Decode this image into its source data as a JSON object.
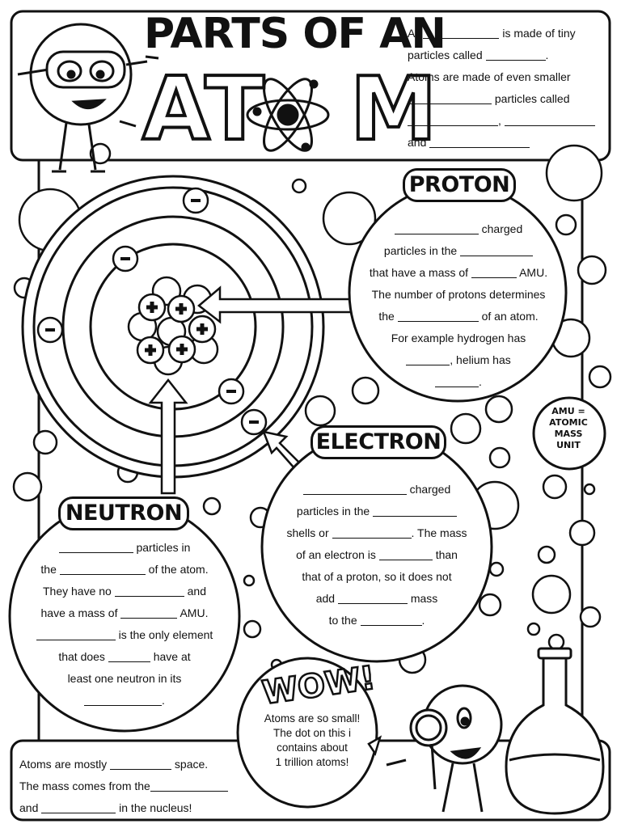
{
  "header": {
    "title_line1": "PARTS OF AN",
    "title_line2_left": "AT",
    "title_line2_right": "M",
    "intro_lines": [
      {
        "pre": "All",
        "post": "is made of tiny"
      },
      {
        "pre": "particles called",
        "post": "."
      },
      {
        "pre": "Atoms are made of even smaller",
        "post": ""
      },
      {
        "pre": "",
        "post": "particles called"
      },
      {
        "pre": "",
        "post": ","
      },
      {
        "pre": "and",
        "post": ""
      }
    ]
  },
  "proton": {
    "title": "PROTON",
    "lines": [
      {
        "pre": "",
        "post": "charged"
      },
      {
        "pre": "particles in the",
        "post": ""
      },
      {
        "pre": "that have a mass of",
        "post": "AMU."
      },
      {
        "pre": "The number of protons determines",
        "post": ""
      },
      {
        "pre": "the",
        "post": "of an atom."
      },
      {
        "pre": "For example hydrogen has",
        "post": ""
      },
      {
        "pre": "",
        "post": ", helium has"
      },
      {
        "pre": "",
        "post": "."
      }
    ]
  },
  "electron": {
    "title": "ELECTRON",
    "lines": [
      {
        "pre": "",
        "post": "charged"
      },
      {
        "pre": "particles in the",
        "post": ""
      },
      {
        "pre": "shells or",
        "post": ". The mass"
      },
      {
        "pre": "of an electron is",
        "post": "than"
      },
      {
        "pre": "that of a proton, so it does not",
        "post": ""
      },
      {
        "pre": "add",
        "post": "mass"
      },
      {
        "pre": "to the",
        "post": "."
      }
    ]
  },
  "neutron": {
    "title": "NEUTRON",
    "lines": [
      {
        "pre": "",
        "post": "particles in"
      },
      {
        "pre": "the",
        "post": "of the atom."
      },
      {
        "pre": "They have no",
        "post": "and"
      },
      {
        "pre": "have a mass of",
        "post": "AMU."
      },
      {
        "pre": "",
        "post": "is the only element"
      },
      {
        "pre": "that does",
        "post": "have at"
      },
      {
        "pre": "least one neutron in its",
        "post": ""
      },
      {
        "pre": "",
        "post": "."
      }
    ]
  },
  "amu_badge": [
    "AMU =",
    "ATOMIC",
    "MASS",
    "UNIT"
  ],
  "wow": {
    "title": "WOW!",
    "lines": [
      "Atoms are so small!",
      "The dot on this i",
      "contains about",
      "1 trillion atoms!"
    ]
  },
  "bottom": {
    "lines": [
      {
        "pre": "Atoms are mostly",
        "post": "space."
      },
      {
        "pre": "The mass comes from the",
        "post": ""
      },
      {
        "pre": "and",
        "post": "in the nucleus!"
      }
    ]
  },
  "symbols": {
    "plus": "+",
    "minus": "−"
  },
  "colors": {
    "ink": "#111111",
    "paper": "#ffffff"
  }
}
